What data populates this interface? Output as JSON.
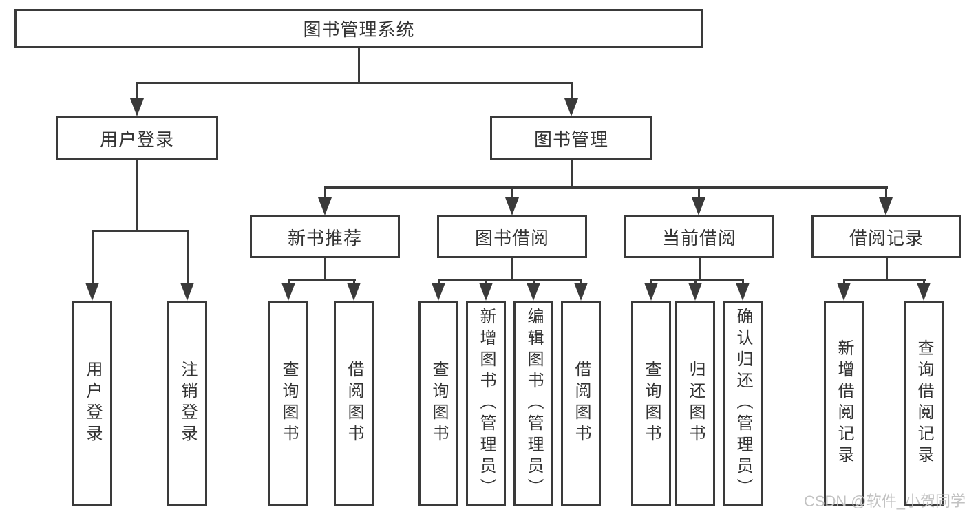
{
  "colors": {
    "line": "#3a3a3a",
    "text": "#333333",
    "watermark": "#c2c2c2",
    "background": "#ffffff"
  },
  "watermark": {
    "text": "CSDN @软件_小贺同学"
  },
  "diagram": {
    "title": "图书管理系统",
    "branches": [
      {
        "label": "用户登录",
        "children": [
          "用户登录",
          "注销登录"
        ]
      },
      {
        "label": "图书管理",
        "sections": [
          {
            "label": "新书推荐",
            "children": [
              "查询图书",
              "借阅图书"
            ]
          },
          {
            "label": "图书借阅",
            "children": [
              "查询图书",
              "新增图书（管理员）",
              "编辑图书（管理员）",
              "借阅图书"
            ]
          },
          {
            "label": "当前借阅",
            "children": [
              "查询图书",
              "归还图书",
              "确认归还（管理员）"
            ]
          },
          {
            "label": "借阅记录",
            "children": [
              "新增借阅记录",
              "查询借阅记录"
            ]
          }
        ]
      }
    ]
  }
}
